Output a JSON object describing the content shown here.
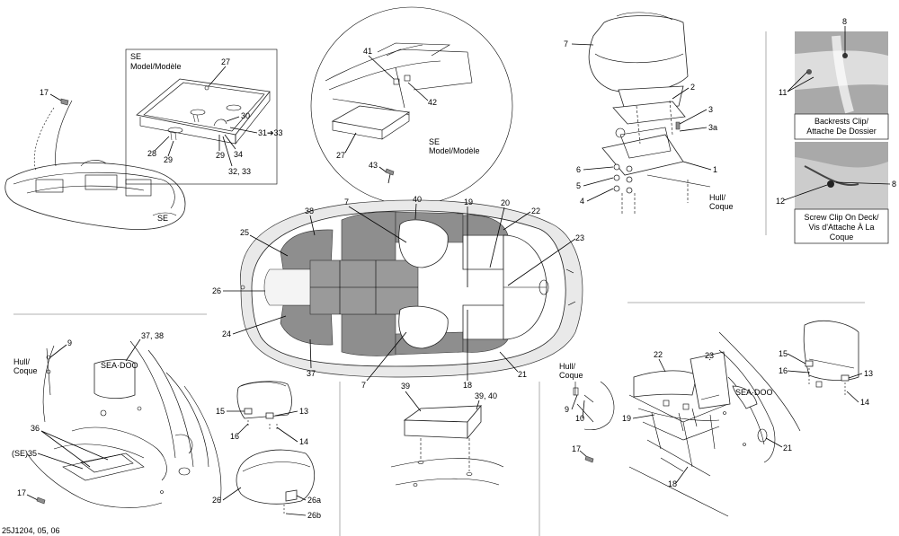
{
  "drawing_code": "25J1204, 05, 06",
  "captions": {
    "se_box_top": [
      "SE",
      "Model/Modèle"
    ],
    "se_circle": [
      "SE",
      "Model/Modèle"
    ],
    "hull_seat": [
      "Hull/",
      "Coque"
    ],
    "hull_left": [
      "Hull/",
      "Coque"
    ],
    "hull_right": [
      "Hull/",
      "Coque"
    ],
    "backrest_clip": [
      "Backrests Clip/",
      "Attache De Dossier"
    ],
    "screw_clip": [
      "Screw Clip On Deck/",
      "Vis d'Attache À La",
      "Coque"
    ],
    "se_35": "(SE)35"
  },
  "callouts": {
    "c17a": "17",
    "c27": "27",
    "c30": "30",
    "c31_33": "31➔33",
    "c28": "28",
    "c29a": "29",
    "c29b": "29",
    "c34": "34",
    "c32_33": "32, 33",
    "c41": "41",
    "c42": "42",
    "c27b": "27",
    "c43": "43",
    "c7a": "7",
    "c2": "2",
    "c3": "3",
    "c3a": "3a",
    "c1": "1",
    "c6": "6",
    "c5": "5",
    "c4": "4",
    "c8a": "8",
    "c11": "11",
    "c12": "12",
    "c8b": "8",
    "c38": "38",
    "c7b": "7",
    "c40": "40",
    "c19a": "19",
    "c20": "20",
    "c22a": "22",
    "c23a": "23",
    "c25": "25",
    "c26a": "26",
    "c24": "24",
    "c37a": "37",
    "c7c": "7",
    "c18a": "18",
    "c21a": "21",
    "c9a": "9",
    "c37_38": "37, 38",
    "c36": "36",
    "c17b": "17",
    "c15a": "15",
    "c13a": "13",
    "c16a": "16",
    "c14a": "14",
    "c26b": "26",
    "c26a2": "26a",
    "c26b2": "26b",
    "c39": "39",
    "c39_40": "39, 40",
    "c9b": "9",
    "c10": "10",
    "c22b": "22",
    "c23b": "23",
    "c19b": "19",
    "c17c": "17",
    "c18b": "18",
    "c21b": "21",
    "c15b": "15",
    "c16b": "16",
    "c13b": "13",
    "c14b": "14"
  }
}
